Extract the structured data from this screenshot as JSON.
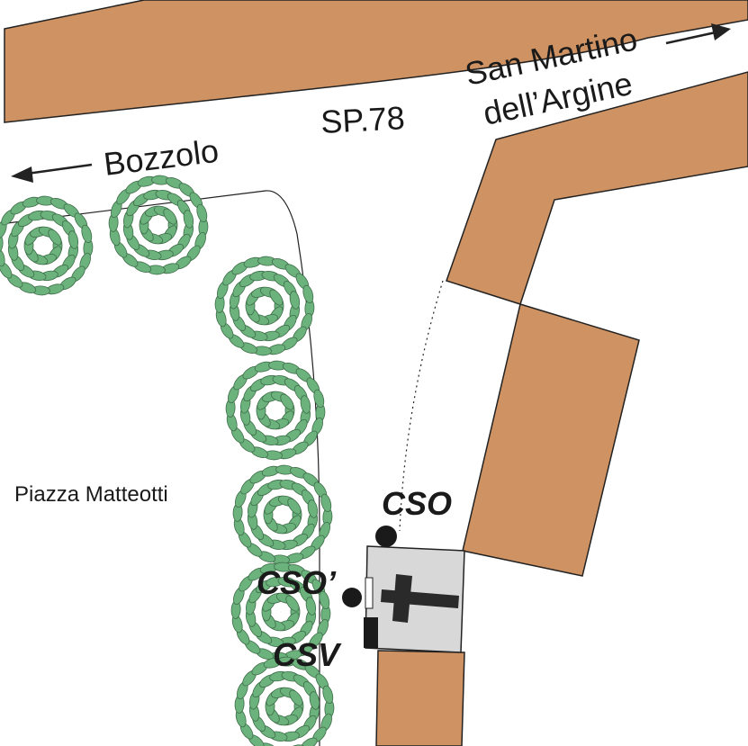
{
  "map": {
    "road_label": "SP.78",
    "destinations": {
      "west": "Bozzolo",
      "east_line1": "San Martino",
      "east_line2": "dell’Argine"
    },
    "square_label": "Piazza Matteotti",
    "markers": {
      "cso": "CSO",
      "cso_prime": "CSO’",
      "csv": "CSV"
    },
    "colors": {
      "building": "#cf9262",
      "building_stroke": "#222222",
      "church": "#d8d8d8",
      "tree_fill": "#6bb27c",
      "tree_stroke": "#3f6e4a",
      "marker": "#1a1a1a"
    },
    "icons": [
      "arrow-left-icon",
      "arrow-right-icon",
      "tree-icon",
      "cross-icon",
      "marker-dot-icon"
    ]
  }
}
